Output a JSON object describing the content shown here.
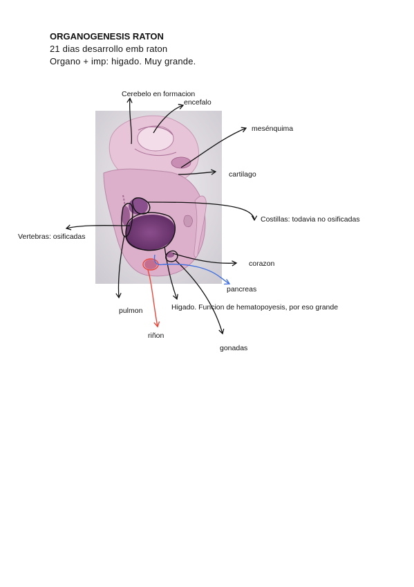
{
  "header": {
    "title": "ORGANOGENESIS RATON",
    "line1": "21 dias desarrollo emb raton",
    "line2": "Organo + imp: higado. Muy grande."
  },
  "labels": {
    "cerebelo": "Cerebelo en formacion",
    "encefalo": "encefalo",
    "mesenquima": "mesénquima",
    "cartilago": "cartilago",
    "costillas": "Costillas: todavia no osificadas",
    "vertebras": "Vertebras: osificadas",
    "corazon": "corazon",
    "pancreas": "pancreas",
    "pulmon": "pulmon",
    "higado": "Higado. Funcion de hematopoyesis, por eso grande",
    "rinon": "riñon",
    "gonadas": "gonadas"
  },
  "colors": {
    "arrow": "#111111",
    "rinon_arrow": "#e8463a",
    "pancreas_arrow": "#3f6fe0",
    "tissue_pink": "#d9a7c2",
    "tissue_purple": "#7a3f7c",
    "slide_bg": "#e4e2e6"
  }
}
